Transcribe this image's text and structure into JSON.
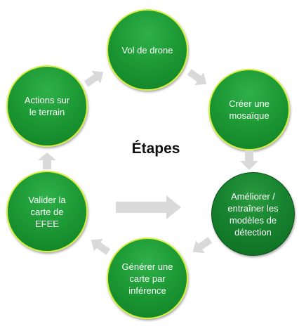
{
  "center": {
    "title": "Étapes"
  },
  "steps": [
    {
      "label": "Vol de drone"
    },
    {
      "label": "Créer une\nmosaïque"
    },
    {
      "label": "Améliorer /\nentraîner les\nmodèles de\ndétection"
    },
    {
      "label": "Générer une\ncarte par\ninférence"
    },
    {
      "label": "Valider la\ncarte de\nEFEE"
    },
    {
      "label": "Actions sur\nle terrain"
    }
  ],
  "colors": {
    "node_fill": "#1d9a35",
    "node_border": "#d6ef3a",
    "arrow": "#d9d9d9",
    "title": "#111111"
  }
}
